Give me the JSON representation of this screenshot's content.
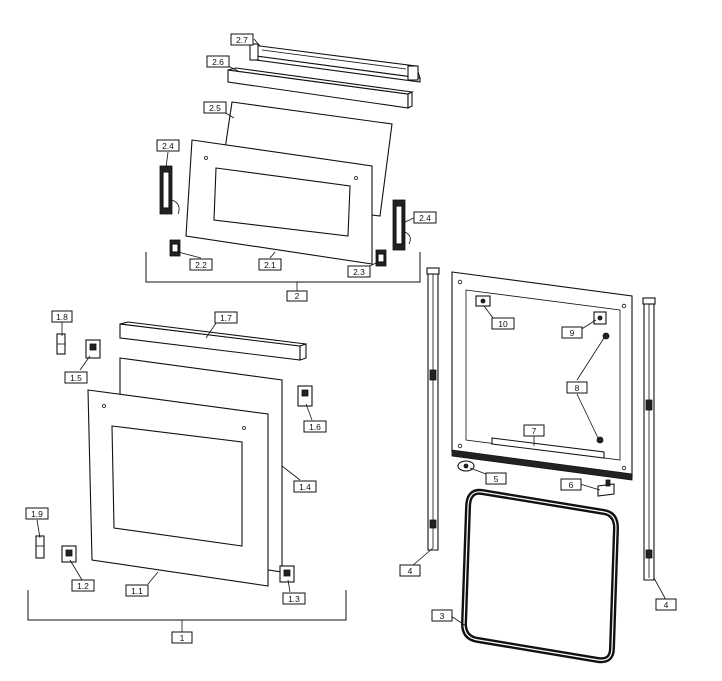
{
  "labels": {
    "l_2_7": "2.7",
    "l_2_6": "2.6",
    "l_2_5": "2.5",
    "l_2_4a": "2.4",
    "l_2_4b": "2.4",
    "l_2_2": "2.2",
    "l_2_1": "2.1",
    "l_2_3": "2.3",
    "l_2": "2",
    "l_1_8": "1.8",
    "l_1_7": "1.7",
    "l_1_5": "1.5",
    "l_1_6": "1.6",
    "l_1_4": "1.4",
    "l_1_9": "1.9",
    "l_1_2": "1.2",
    "l_1_1": "1.1",
    "l_1_3": "1.3",
    "l_1": "1",
    "l_10": "10",
    "l_9": "9",
    "l_8": "8",
    "l_7": "7",
    "l_5": "5",
    "l_6": "6",
    "l_4a": "4",
    "l_4b": "4",
    "l_3": "3"
  }
}
